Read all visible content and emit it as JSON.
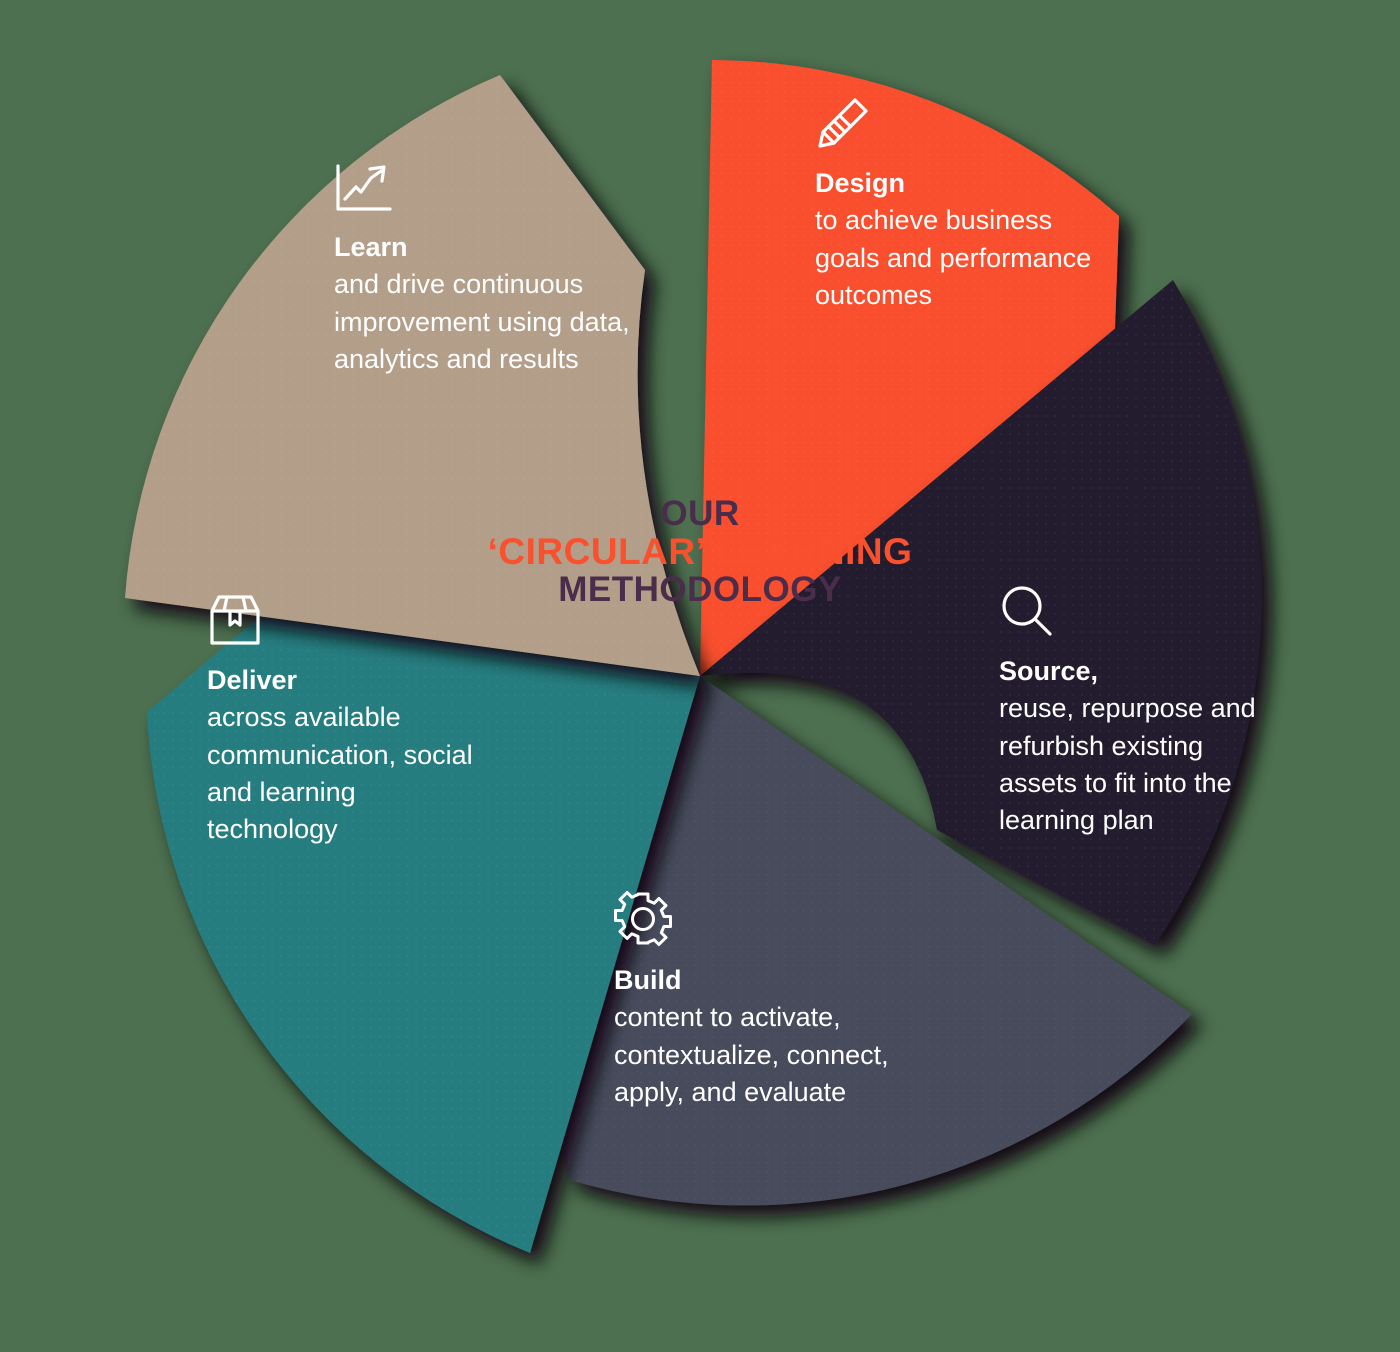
{
  "diagram": {
    "type": "circular-process",
    "background_color": "#4d7050",
    "center": {
      "line1": "OUR",
      "line2": "‘CIRCULAR’ LEARNING",
      "line3": "METHODOLOGY",
      "line1_color": "#4a2d4a",
      "line2_color": "#f9502e",
      "line3_color": "#4a2d4a"
    },
    "segments": [
      {
        "id": "design",
        "heading": "Design",
        "body": "to achieve business goals and performance outcomes",
        "icon": "pencil-icon",
        "color": "#f9502e",
        "text_color": "#ffffff",
        "order": 1
      },
      {
        "id": "source",
        "heading": "Source,",
        "body": "reuse, repurpose and refurbish existing assets to fit into the learning plan",
        "icon": "magnifier-icon",
        "color": "#241d2e",
        "text_color": "#ffffff",
        "order": 2
      },
      {
        "id": "build",
        "heading": "Build",
        "body": "content to activate, contextualize, connect, apply, and evaluate",
        "icon": "gear-icon",
        "color": "#464b5c",
        "text_color": "#ffffff",
        "order": 3
      },
      {
        "id": "deliver",
        "heading": "Deliver",
        "body": "across available communication, social and learning technology",
        "icon": "package-box-icon",
        "color": "#277d80",
        "text_color": "#ffffff",
        "order": 4
      },
      {
        "id": "learn",
        "heading": "Learn",
        "body": "and drive continuous improvement using data, analytics and results",
        "icon": "growth-chart-icon",
        "color": "#b39e89",
        "text_color": "#ffffff",
        "order": 5
      }
    ]
  }
}
